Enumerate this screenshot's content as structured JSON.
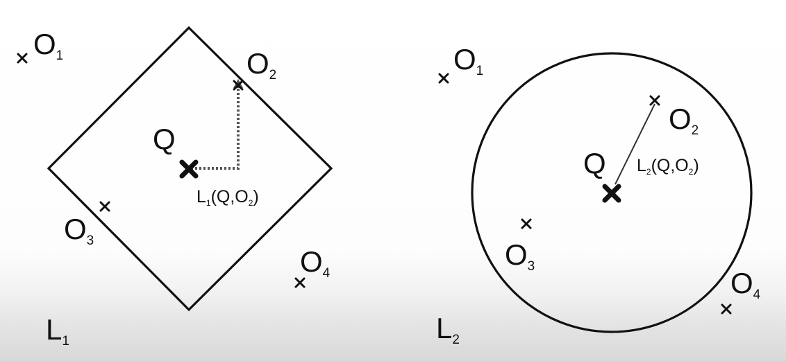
{
  "panels": [
    {
      "norm_label": "L",
      "norm_sub": "1",
      "query": "Q",
      "distance_label": {
        "pre": "L",
        "sub": "1",
        "args": "(Q,O",
        "arg_sub": "2",
        "close": ")"
      },
      "objects": [
        {
          "name": "O",
          "sub": "1"
        },
        {
          "name": "O",
          "sub": "2"
        },
        {
          "name": "O",
          "sub": "3"
        },
        {
          "name": "O",
          "sub": "4"
        }
      ]
    },
    {
      "norm_label": "L",
      "norm_sub": "2",
      "query": "Q",
      "distance_label": {
        "pre": "L",
        "sub": "2",
        "args": "(Q,O",
        "arg_sub": "2",
        "close": ")"
      },
      "objects": [
        {
          "name": "O",
          "sub": "1"
        },
        {
          "name": "O",
          "sub": "2"
        },
        {
          "name": "O",
          "sub": "3"
        },
        {
          "name": "O",
          "sub": "4"
        }
      ]
    }
  ]
}
